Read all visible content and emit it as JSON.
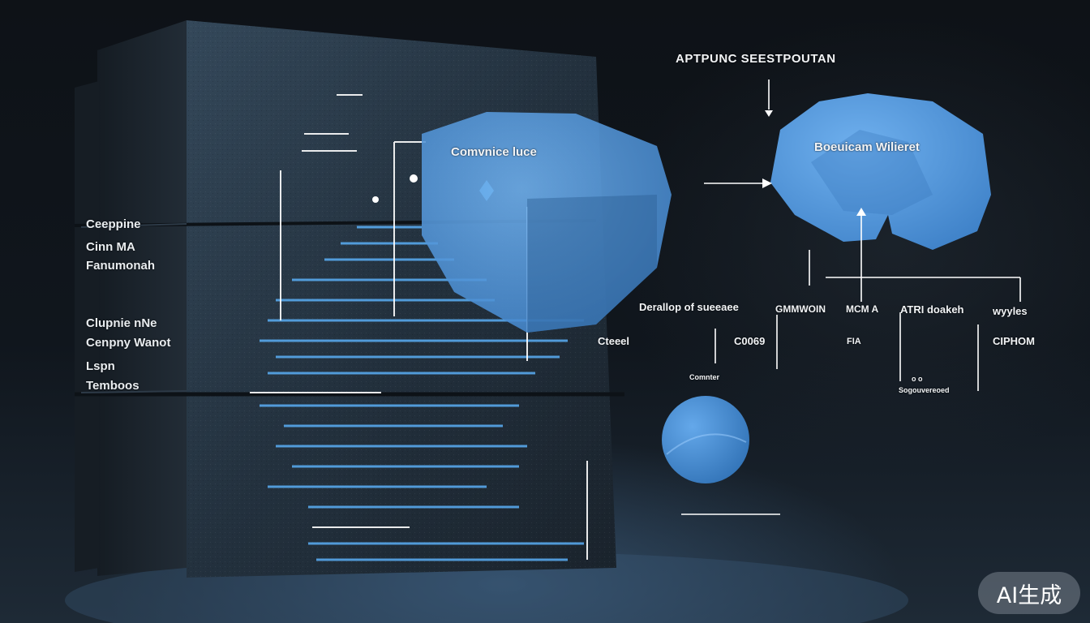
{
  "diagram": {
    "title": "APTPUNC SEESTPOUTAN",
    "left_labels": [
      "Ceeppine",
      "Cinn MA",
      "Fanumonah",
      "Clupnie nNe",
      "Cenpny Wanot",
      "Lspn",
      "Temboos"
    ],
    "center_node_label": "Comvnice luce",
    "right_node_label": "Boeuicam Wilieret",
    "row_labels_top": [
      "Derallop of sueeaee",
      "GMMWOIN",
      "MCM A",
      "ATRI doakeh",
      "wyyles"
    ],
    "row_labels_bottom": [
      "Cteeel",
      "C0069",
      "FIA",
      "CIPHOM"
    ],
    "circle_label": "Comnter",
    "small_label_1": "o o",
    "small_label_2": "Sogouvereoed"
  },
  "colors": {
    "node_blue": "#4a90d8",
    "line_blue": "#4fa6f0",
    "text_white": "#f2f4f6"
  },
  "watermark": {
    "text": "AI生成"
  }
}
